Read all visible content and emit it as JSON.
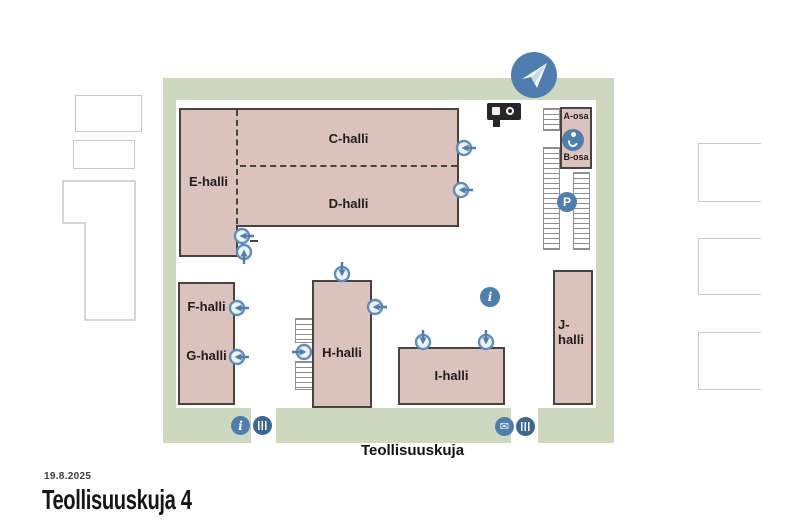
{
  "page": {
    "date": "19.8.2025",
    "title": "Teollisuuskuja 4"
  },
  "street": {
    "name": "Teollisuuskuja"
  },
  "halls": {
    "a": {
      "label": "A-osa"
    },
    "b": {
      "label": "B-osa"
    },
    "c": {
      "label": "C-halli"
    },
    "d": {
      "label": "D-halli"
    },
    "e": {
      "label": "E-halli"
    },
    "f": {
      "label": "F-halli"
    },
    "g": {
      "label": "G-halli"
    },
    "h": {
      "label": "H-halli"
    },
    "i": {
      "label": "I-halli"
    },
    "j": {
      "label": "J-halli"
    }
  },
  "glyphs": {
    "info": "i",
    "parking": "P",
    "mail": "✉"
  },
  "colors": {
    "site_green": "#cdd8bf",
    "building_fill": "#dcc2bc",
    "building_border": "#474340",
    "icon_blue": "#4e7db0",
    "gate_blue": "#3d6694"
  }
}
